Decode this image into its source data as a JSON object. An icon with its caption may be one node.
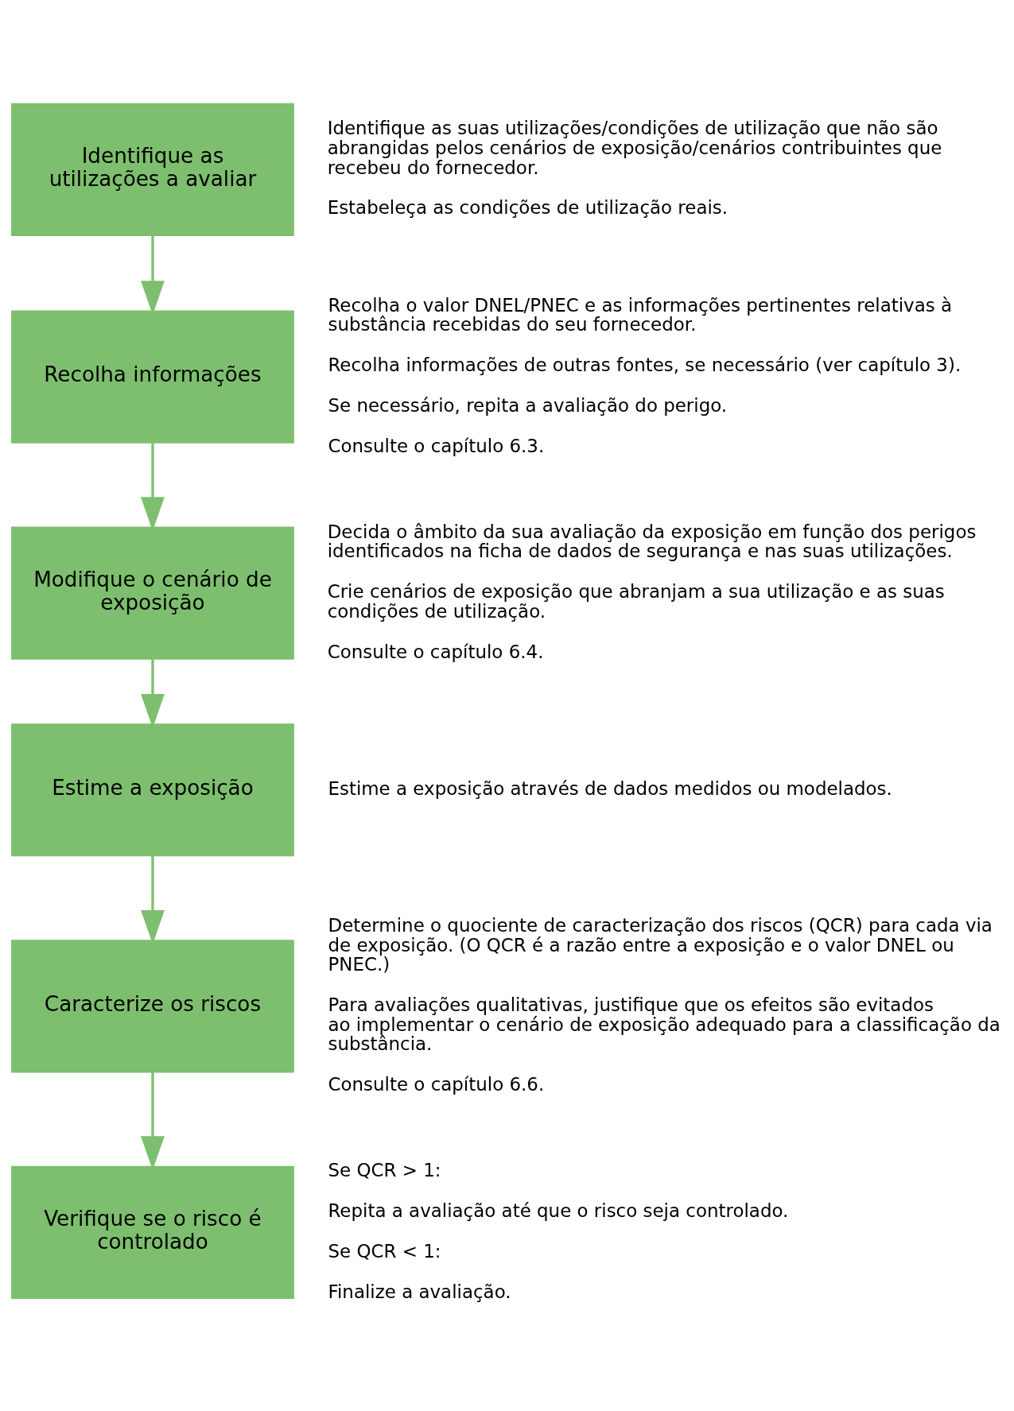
{
  "diagram": {
    "nodes": [
      {
        "text": [
          "Identifique as utilizações a avaliar"
        ],
        "beside": [
          "Identifique as suas utilizações/condições de utilização que não são abrangidas pelos cenários de exposição/cenários contribuintes que recebeu do fornecedor.",
          "Estabeleça as condições de utilização reais."
        ]
      },
      {
        "text": [
          "Recolha informações"
        ],
        "beside": [
          "Recolha o valor DNEL/PNEC e as informações pertinentes relativas à substância recebidas do seu fornecedor.",
          "Recolha informações de outras fontes, se necessário (ver capítulo 3).",
          "Se necessário, repita a avaliação do perigo.",
          "Consulte o capítulo 6.3."
        ]
      },
      {
        "text": [
          "Modifique o cenário de exposição"
        ],
        "beside": [
          "Decida o âmbito da sua avaliação da exposição em função dos perigos identificados na ficha de dados de segurança e nas suas utilizações.",
          "Crie cenários de exposição que abranjam a sua utilização e as suas condições de utilização.",
          "Consulte o capítulo 6.4."
        ]
      },
      {
        "text": [
          "Estime a exposição"
        ],
        "beside": [
          "Estime a exposição através de dados medidos ou modelados."
        ]
      },
      {
        "text": [
          "Caracterize os riscos"
        ],
        "beside": [
          "Determine o quociente de caracterização dos riscos (QCR) para cada via de exposição. (O QCR é a razão entre a exposição e o valor DNEL ou PNEC.)",
          "Para avaliações qualitativas, justifique que os efeitos são evitados ao implementar o cenário de exposição adequado para a classificação da substância.",
          "Consulte o capítulo 6.6."
        ]
      },
      {
        "text": [
          "Verifique se o risco é controlado"
        ],
        "beside": [
          "Se QCR > 1:",
          "Repita a avaliação até que o risco seja controlado.",
          "Se QCR < 1:",
          "Finalize a avaliação."
        ]
      }
    ],
    "edges": [
      {
        "from": 0,
        "to": 1,
        "arrow": "to"
      },
      {
        "from": 1,
        "to": 2,
        "arrow": "to"
      },
      {
        "from": 2,
        "to": 3,
        "arrow": "to"
      },
      {
        "from": 3,
        "to": 4,
        "arrow": "to"
      },
      {
        "from": 4,
        "to": 5,
        "arrow": "to"
      }
    ]
  }
}
